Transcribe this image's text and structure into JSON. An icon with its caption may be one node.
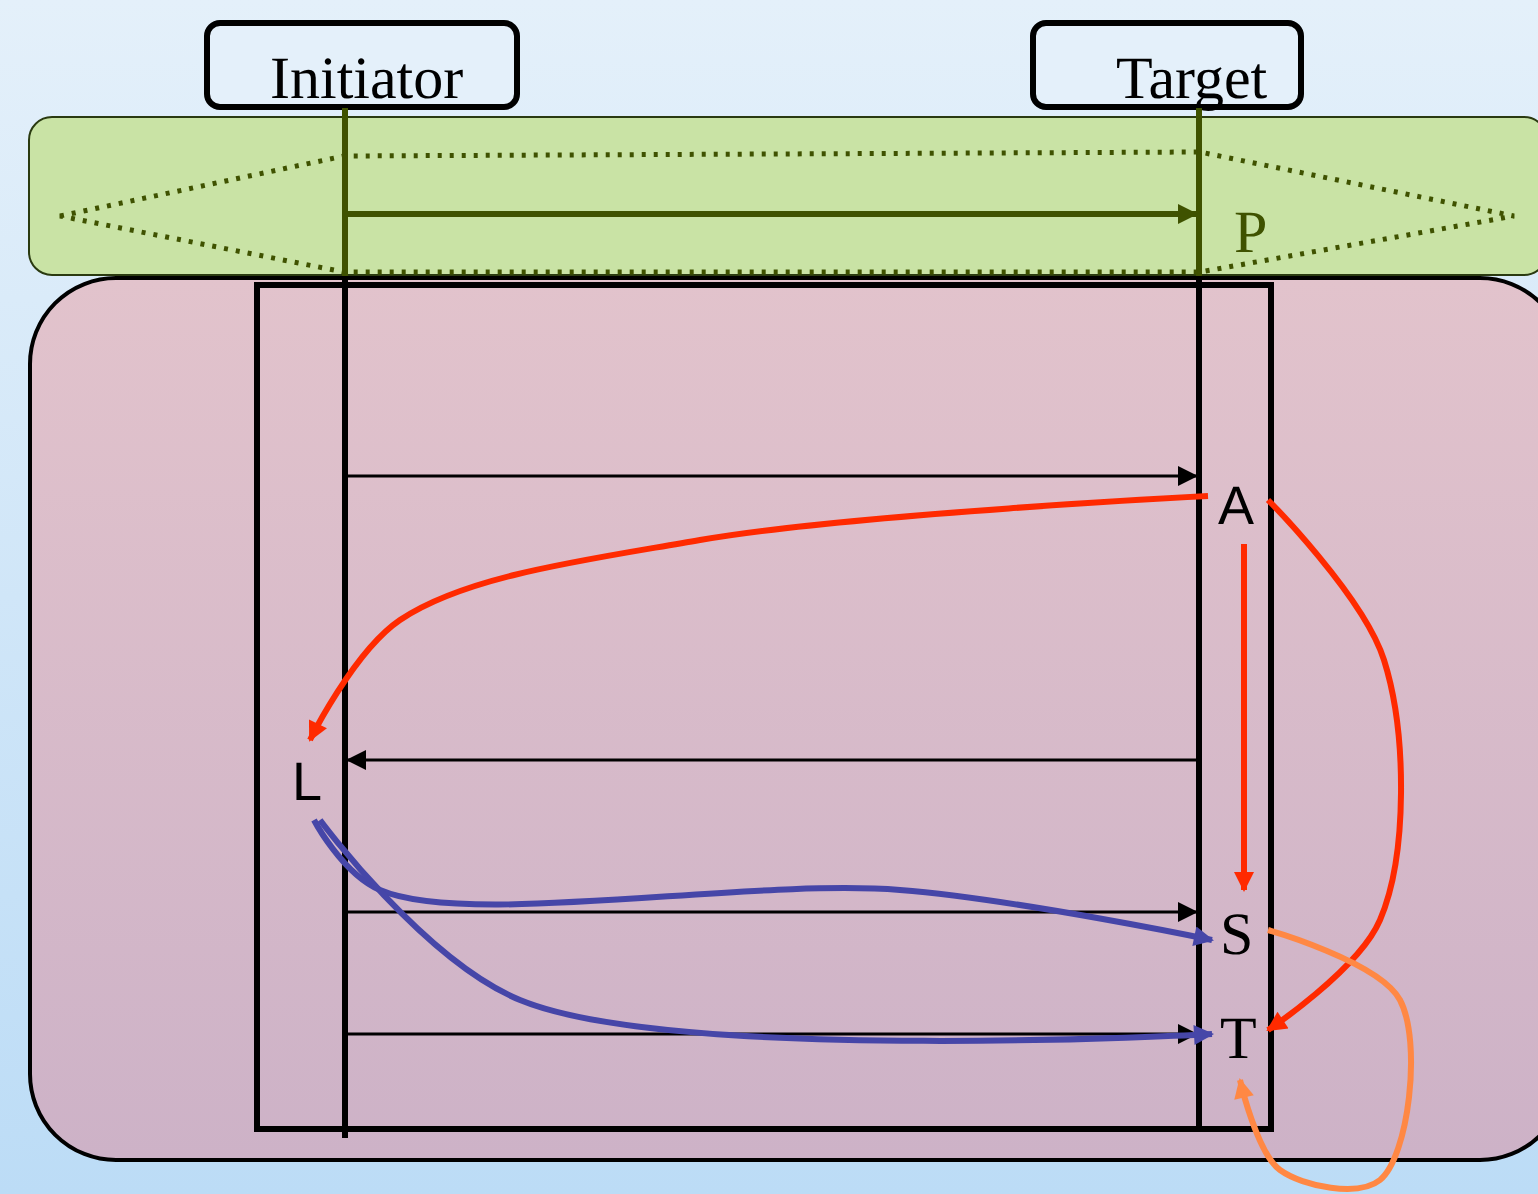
{
  "diagram": {
    "nodes": [
      {
        "text": [
          "Initiator"
        ]
      },
      {
        "text": [
          "Target"
        ]
      },
      {
        "text": [],
        "shape": "box"
      },
      {
        "text": [],
        "shape": "box",
        "in": 2
      },
      {
        "text": [],
        "shape": "line"
      },
      {
        "text": [],
        "shape": "line"
      },
      {
        "text": [
          "A"
        ],
        "in": 3
      },
      {
        "text": [
          "L"
        ],
        "in": 3
      },
      {
        "text": [
          "S"
        ],
        "in": 3
      },
      {
        "text": [
          "T"
        ],
        "in": 3
      }
    ],
    "edges": [
      {
        "from": 4,
        "to": 5,
        "arrow": "to",
        "color": "#3f5200"
      },
      {
        "from": 4,
        "to": 5,
        "arrow": "to"
      },
      {
        "from": 6,
        "to": 7,
        "arrow": "to",
        "color": "#ff2a00"
      },
      {
        "from": 6,
        "to": 8,
        "arrow": "to",
        "color": "#ff2a00"
      },
      {
        "from": 6,
        "to": 9,
        "arrow": "to",
        "color": "#ff2a00"
      },
      {
        "from": 5,
        "to": 4,
        "arrow": "to"
      },
      {
        "from": 4,
        "to": 5,
        "arrow": "to"
      },
      {
        "from": 7,
        "to": 8,
        "arrow": "to",
        "color": "#4646a8"
      },
      {
        "from": 4,
        "to": 5,
        "arrow": "to"
      },
      {
        "from": 7,
        "to": 9,
        "arrow": "to",
        "color": "#4646a8"
      },
      {
        "from": 8,
        "to": 9,
        "arrow": "to",
        "color": "#ff8844"
      }
    ],
    "labels": [
      "P"
    ]
  }
}
